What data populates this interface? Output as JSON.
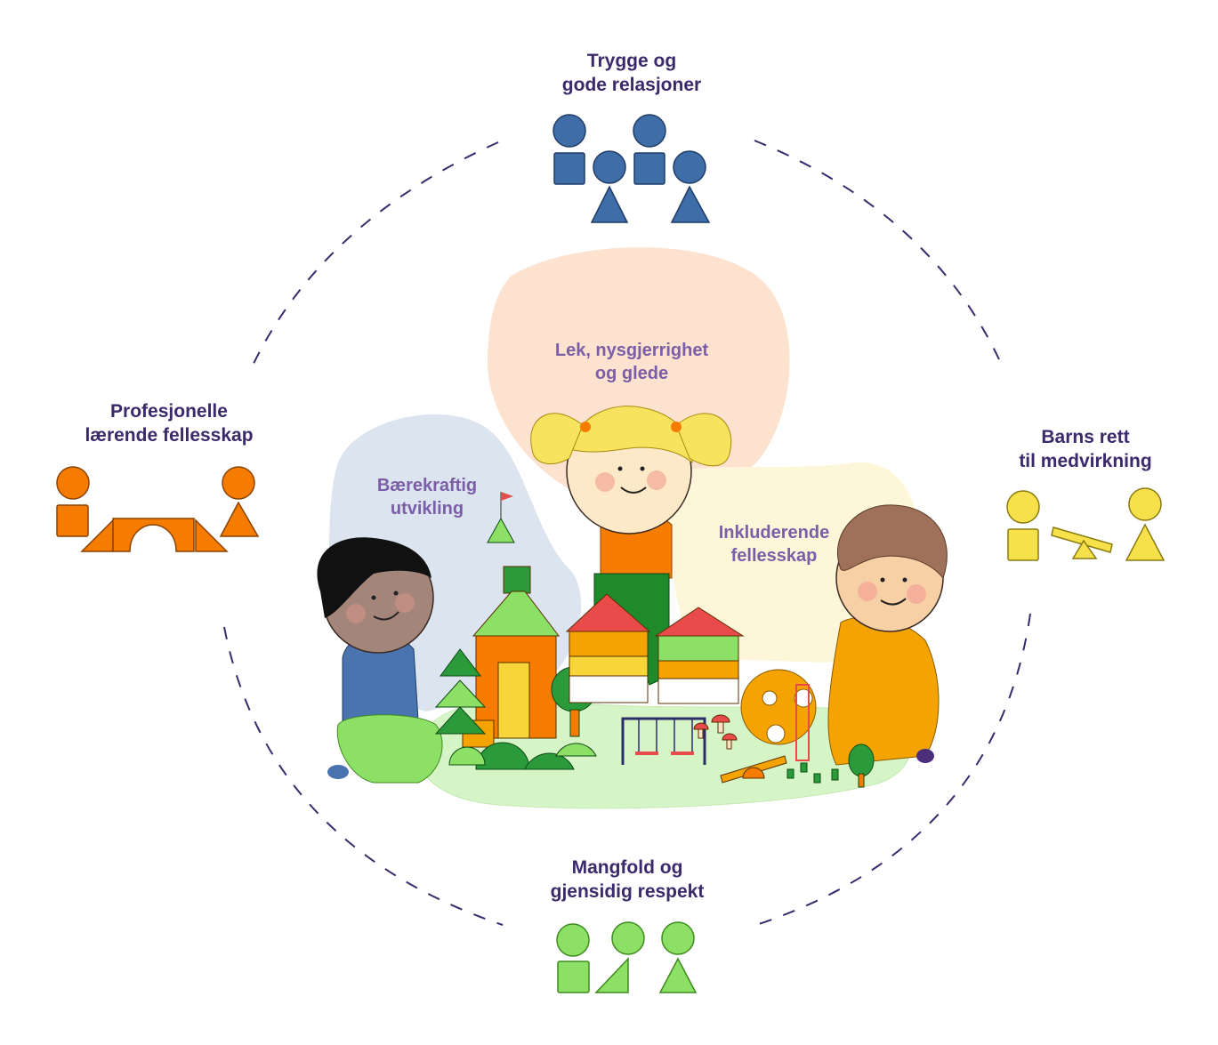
{
  "colors": {
    "title": "#3b2a6b",
    "inner_title": "#7b5ea7",
    "blue": "#3f6da8",
    "orange": "#f57c00",
    "yellow": "#f7e14a",
    "green": "#8be065",
    "ring": "#3b2a6b"
  },
  "values": {
    "top": {
      "line1": "Trygge og",
      "line2": "gode relasjoner",
      "icon": "blue-people-shapes-icon"
    },
    "left": {
      "line1": "Profesjonelle",
      "line2": "lærende fellesskap",
      "icon": "orange-bridge-blocks-icon"
    },
    "right": {
      "line1": "Barns rett",
      "line2": "til medvirkning",
      "icon": "yellow-seesaw-icon"
    },
    "bottom": {
      "line1": "Mangfold og",
      "line2": "gjensidig respekt",
      "icon": "green-varied-shapes-icon"
    }
  },
  "themes": {
    "play": {
      "line1": "Lek, nysgjerrighet",
      "line2": "og glede"
    },
    "sustainable": {
      "line1": "Bærekraftig",
      "line2": "utvikling"
    },
    "inclusive": {
      "line1": "Inkluderende",
      "line2": "fellesskap"
    }
  },
  "illustration": {
    "icon": "children-playing-with-blocks-illustration"
  }
}
